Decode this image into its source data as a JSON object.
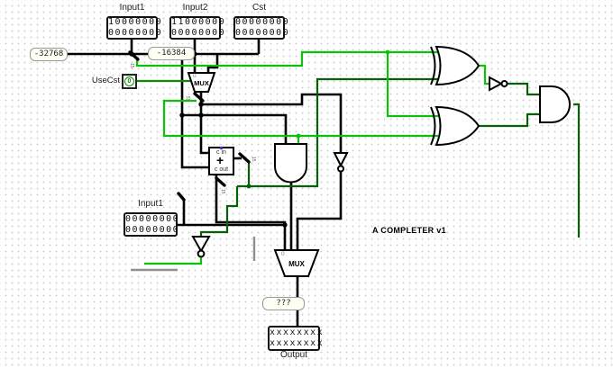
{
  "canvas": {
    "annotation": "A COMPLETER v1"
  },
  "registers": {
    "input1_top": {
      "label": "Input1",
      "row1": "10000000",
      "row2": "00000000"
    },
    "input2": {
      "label": "Input2",
      "row1": "11000000",
      "row2": "00000000"
    },
    "cst": {
      "label": "Cst",
      "row1": "00000000",
      "row2": "00000000"
    },
    "input1_mid": {
      "label": "Input1",
      "row1": "00000000",
      "row2": "00000000"
    },
    "output": {
      "label": "Output",
      "row1": "xxxxxxxx",
      "row2": "xxxxxxxx"
    }
  },
  "probes": {
    "value_input1": "-32768",
    "value_input2": "-16384",
    "value_result": "???"
  },
  "pin": {
    "label": "UseCst",
    "value": "0"
  },
  "mux": {
    "label": "MUX",
    "zero": "0"
  },
  "adder": {
    "cin": "c in",
    "plus": "+",
    "cout": "c out"
  },
  "splitter_bit": "15",
  "colors": {
    "wire_high": "#0cc00c",
    "wire_low": "#075f07",
    "wire_mid": "#0a8c0a",
    "wire_bus": "#000000",
    "unconnected_pin": "#3a3acc",
    "grid_dot": "#d2d2d2",
    "gray_line": "#8f8f8f"
  }
}
